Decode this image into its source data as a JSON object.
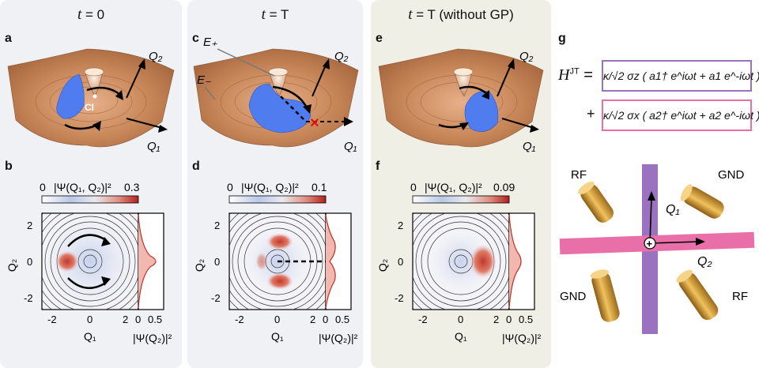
{
  "columns": [
    {
      "header_prefix": "t",
      "header_suffix": " = 0",
      "panel_top": "a",
      "panel_bottom": "b",
      "cbar_min": "0",
      "cbar_label": "|Ψ(Q₁, Q₂)|²",
      "cbar_max": "0.3",
      "ci_label": "CI"
    },
    {
      "header_prefix": "t",
      "header_suffix": " = T",
      "panel_top": "c",
      "panel_bottom": "d",
      "cbar_min": "0",
      "cbar_label": "|Ψ(Q₁, Q₂)|²",
      "cbar_max": "0.1",
      "e_plus": "E₊",
      "e_minus": "E₋"
    },
    {
      "header_prefix": "t",
      "header_suffix": " = T (without GP)",
      "panel_top": "e",
      "panel_bottom": "f",
      "cbar_min": "0",
      "cbar_label": "|Ψ(Q₁, Q₂)|²",
      "cbar_max": "0.09"
    }
  ],
  "axes": {
    "q1": "Q₁",
    "q2": "Q₂",
    "y_ticks": [
      "2",
      "0",
      "-2"
    ],
    "x_ticks": [
      "-2",
      "0",
      "2"
    ],
    "marg_ticks": [
      "0",
      "0.5"
    ],
    "marg_label": "|Ψ(Q₂)|²"
  },
  "panel_g": {
    "label": "g",
    "hamiltonian_lhs": "H",
    "hamiltonian_sup": "JT",
    "term1": "κ/√2 σz ( a1† e^iωt + a1 e^-iωt )",
    "term2": "κ/√2 σx ( a2† e^iωt + a2 e^-iωt )",
    "plus_sign": "+",
    "rf_top": "RF",
    "gnd_top": "GND",
    "gnd_bottom": "GND",
    "rf_bottom": "RF",
    "center_symbol": "+",
    "axis_q1": "Q₁",
    "axis_q2": "Q₂"
  },
  "colors": {
    "col_bg": "#eff1f4",
    "col_bg_gp": "#efefe6",
    "surface": "#c78658",
    "packet": "#4f7df0",
    "purple": "#9b72c0",
    "pink": "#e86fa8",
    "density_red": "#c0392b"
  }
}
